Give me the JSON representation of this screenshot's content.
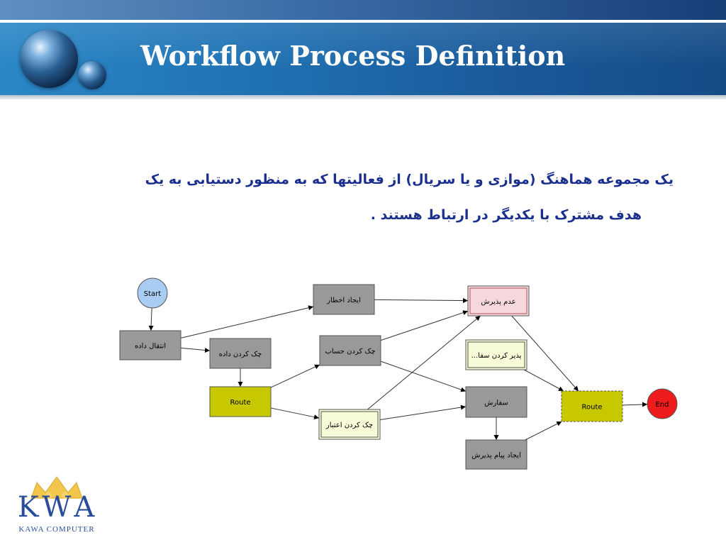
{
  "slide": {
    "title": "Workflow Process Definition",
    "description_line1": "یک مجموعه هماهنگ (موازی و یا سریال) از فعالیتها که به منظور دستیابی به یک",
    "description_line2": "هدف مشترک با یکدیگر در ارتباط هستند ."
  },
  "diagram": {
    "nodes": [
      {
        "id": "start",
        "label": "Start",
        "shape": "circle",
        "fill": "#a9cdf2"
      },
      {
        "id": "transfer",
        "label": "انتقال داده",
        "shape": "rect",
        "fill": "#999999"
      },
      {
        "id": "check_data",
        "label": "چک کردن داده",
        "shape": "rect",
        "fill": "#999999"
      },
      {
        "id": "route1",
        "label": "Route",
        "shape": "rect",
        "fill": "#c8c800"
      },
      {
        "id": "create_alert",
        "label": "ایجاد اخطار",
        "shape": "rect",
        "fill": "#999999"
      },
      {
        "id": "check_account",
        "label": "چک کردن حساب",
        "shape": "rect",
        "fill": "#999999"
      },
      {
        "id": "check_credit",
        "label": "چک کردن اعتبار",
        "shape": "rect",
        "fill": "#f7fbd8"
      },
      {
        "id": "reject",
        "label": "عدم پذیرش",
        "shape": "rect",
        "fill": "#f6d8dc"
      },
      {
        "id": "accept_order",
        "label": "...پذیر کردن سفا",
        "shape": "rect",
        "fill": "#f7fbd8"
      },
      {
        "id": "order",
        "label": "سفارش",
        "shape": "rect",
        "fill": "#999999"
      },
      {
        "id": "accept_msg",
        "label": "ایجاد پیام پذیرش",
        "shape": "rect",
        "fill": "#999999"
      },
      {
        "id": "route2",
        "label": "Route",
        "shape": "rect",
        "fill": "#c8c800"
      },
      {
        "id": "end",
        "label": "End",
        "shape": "circle",
        "fill": "#ee1c1c"
      }
    ],
    "edges": [
      [
        "start",
        "transfer"
      ],
      [
        "transfer",
        "create_alert"
      ],
      [
        "transfer",
        "check_data"
      ],
      [
        "check_data",
        "route1"
      ],
      [
        "route1",
        "check_account"
      ],
      [
        "route1",
        "check_credit"
      ],
      [
        "create_alert",
        "reject"
      ],
      [
        "check_account",
        "reject"
      ],
      [
        "check_account",
        "order"
      ],
      [
        "check_credit",
        "reject"
      ],
      [
        "check_credit",
        "order"
      ],
      [
        "accept_order",
        "route2"
      ],
      [
        "order",
        "accept_msg"
      ],
      [
        "reject",
        "route2"
      ],
      [
        "accept_msg",
        "route2"
      ],
      [
        "route2",
        "end"
      ]
    ]
  },
  "logo": {
    "letters": "KWA",
    "brand_text": "KAWA COMPUTER",
    "colors": {
      "letters": "#2a4d9b",
      "crown": "#f2c64b"
    }
  },
  "colors": {
    "header_blue": "#1f6fb0",
    "description_text": "#1b2f8f"
  }
}
